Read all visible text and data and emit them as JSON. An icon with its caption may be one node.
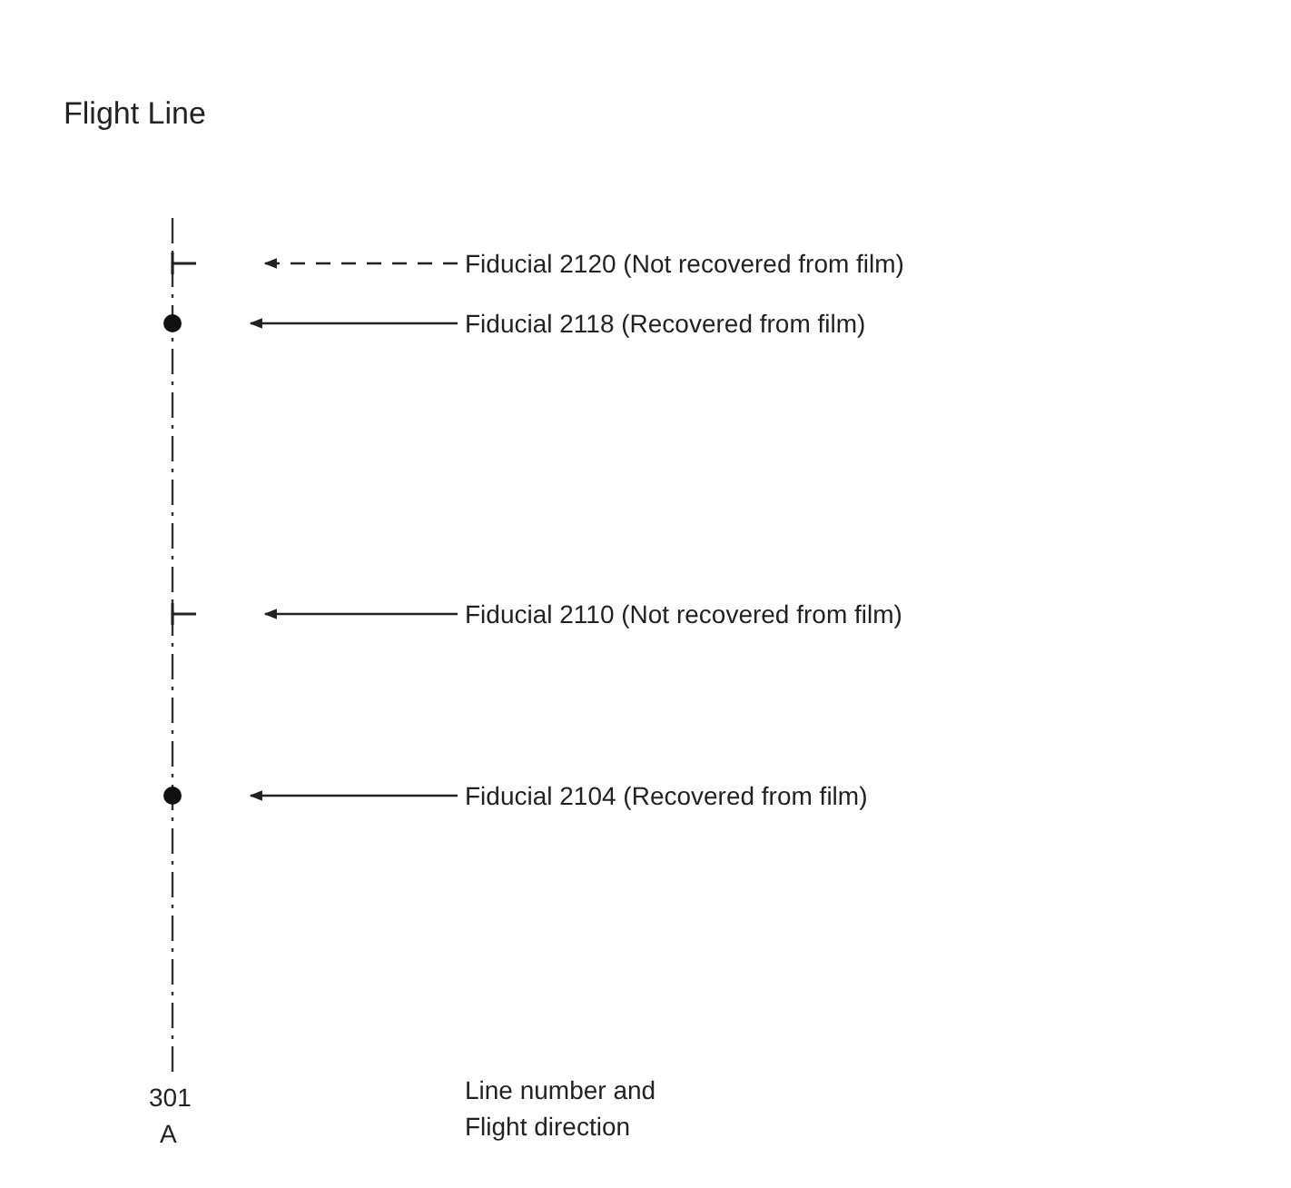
{
  "diagram": {
    "title": "Flight Line",
    "nodes": [
      {
        "text": [
          "Fiducial 2120 (Not recovered from film)"
        ]
      },
      {
        "text": [],
        "shape": "bar"
      },
      {
        "text": [
          "Fiducial 2118 (Recovered from film)"
        ]
      },
      {
        "text": [],
        "shape": "circle"
      },
      {
        "text": [
          "Fiducial 2110 (Not recovered from film)"
        ]
      },
      {
        "text": [],
        "shape": "bar"
      },
      {
        "text": [
          "Fiducial 2104 (Recovered from film)"
        ]
      },
      {
        "text": [],
        "shape": "circle"
      }
    ],
    "edges": [
      {
        "from": 0,
        "to": 1,
        "arrow": "to",
        "style": "dashed"
      },
      {
        "from": 2,
        "to": 3,
        "arrow": "to"
      },
      {
        "from": 4,
        "to": 5,
        "arrow": "to"
      },
      {
        "from": 6,
        "to": 7,
        "arrow": "to"
      }
    ],
    "labels": [
      "301",
      "A",
      "Line number and Flight direction"
    ]
  }
}
